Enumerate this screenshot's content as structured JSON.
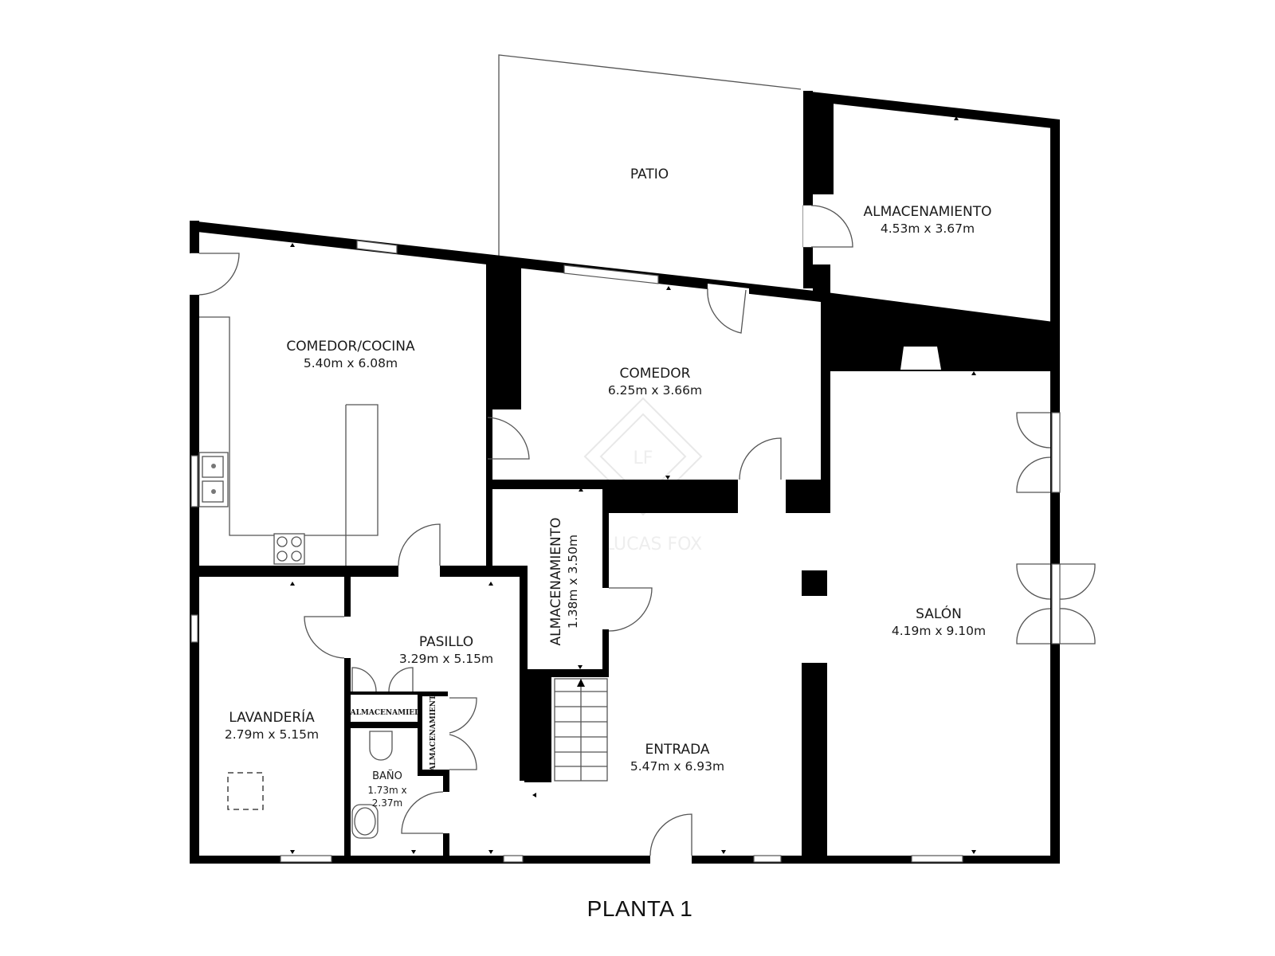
{
  "plan": {
    "title": "PLANTA 1",
    "watermark": {
      "logo_letters": "LF",
      "text": "LUCAS FOX"
    },
    "rooms": {
      "patio": {
        "name": "PATIO"
      },
      "almacenamiento_top": {
        "name": "ALMACENAMIENTO",
        "dimensions": "4.53m x 3.67m"
      },
      "comedor_cocina": {
        "name": "COMEDOR/COCINA",
        "dimensions": "5.40m x 6.08m"
      },
      "comedor": {
        "name": "COMEDOR",
        "dimensions": "6.25m x 3.66m"
      },
      "almacenamiento_mid": {
        "name": "ALMACENAMIENTO",
        "dimensions": "1.38m x 3.50m"
      },
      "salon": {
        "name": "SALÓN",
        "dimensions": "4.19m x 9.10m"
      },
      "pasillo": {
        "name": "PASILLO",
        "dimensions": "3.29m x 5.15m"
      },
      "lavanderia": {
        "name": "LAVANDERÍA",
        "dimensions": "2.79m x 5.15m"
      },
      "bano": {
        "name": "BAÑO",
        "dimensions_line1": "1.73m x",
        "dimensions_line2": "2.37m"
      },
      "entrada": {
        "name": "ENTRADA",
        "dimensions": "5.47m x 6.93m"
      },
      "closet_horizontal": {
        "name": "ALMACENAMIEI"
      },
      "closet_vertical": {
        "name": "ALMACENAMIENT"
      }
    }
  }
}
